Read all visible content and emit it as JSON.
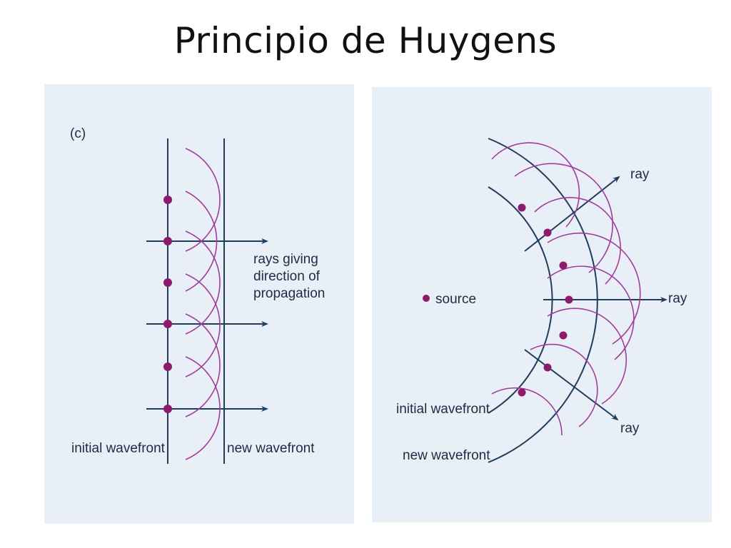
{
  "slide": {
    "title": "Principio de Huygens"
  },
  "colors": {
    "panel_bg": "#e9eff6",
    "wavefront": "#1f3d5c",
    "wavelet": "#a23c9b",
    "source": "#8c1b6e",
    "text": "#1f2a44"
  },
  "left_diagram": {
    "panel_label": "(c)",
    "rays_label": [
      "rays giving",
      "direction of",
      "propagation"
    ],
    "initial_wavefront": "initial wavefront",
    "new_wavefront": "new wavefront"
  },
  "right_diagram": {
    "source_label": "source",
    "ray_label_top": "ray",
    "ray_label_middle": "ray",
    "ray_label_bottom": "ray",
    "initial_wavefront": "initial wavefront",
    "new_wavefront": "new wavefront"
  }
}
